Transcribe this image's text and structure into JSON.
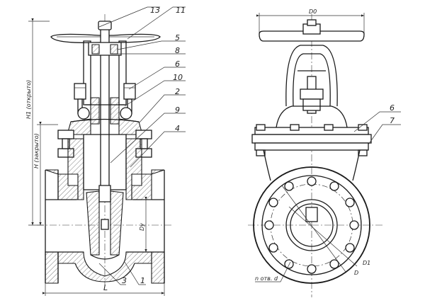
{
  "callouts": {
    "c13": "13",
    "c11": "11",
    "c5": "5",
    "c8": "8",
    "c6": "6",
    "c10": "10",
    "c2": "2",
    "c9": "9",
    "c4": "4",
    "c3": "3",
    "c1": "1",
    "side6": "6",
    "side7": "7"
  },
  "dimensions": {
    "h1_open": "H1 (открыто)",
    "h_closed": "H (закрыто)",
    "length": "L",
    "dy": "Dy",
    "d0": "D0",
    "d": "D",
    "d1": "D1",
    "holes": "n отв. d"
  }
}
